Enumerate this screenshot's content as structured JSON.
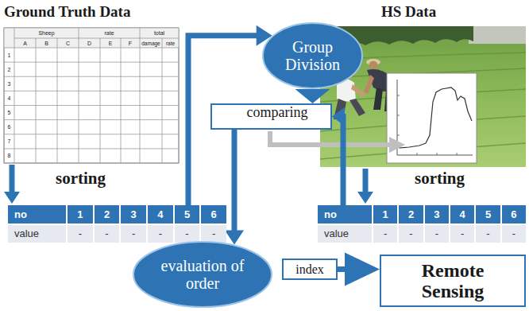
{
  "diagram": {
    "nodes": [
      {
        "text": [
          "Group Division"
        ]
      },
      {
        "text": [
          "comparing"
        ]
      },
      {
        "text": [
          "no",
          "1",
          "2",
          "3",
          "4",
          "5",
          "6",
          "value",
          "-",
          "-",
          "-",
          "-",
          "-",
          "-"
        ]
      },
      {
        "text": [
          "no",
          "1",
          "2",
          "3",
          "4",
          "5",
          "6",
          "value",
          "-",
          "-",
          "-",
          "-",
          "-",
          "-"
        ]
      },
      {
        "text": [
          "evaluation of order"
        ]
      },
      {
        "text": [
          "index"
        ]
      },
      {
        "text": [
          "Remote Sensing"
        ]
      }
    ],
    "edges": [
      {
        "from": 2,
        "to": 0,
        "arrow": "to"
      },
      {
        "from": 0,
        "to": 1,
        "arrow": "to"
      },
      {
        "from": 3,
        "to": 1,
        "arrow": "to"
      },
      {
        "from": 1,
        "to": 4,
        "arrow": "to"
      },
      {
        "from": 5,
        "to": 6,
        "arrow": "to"
      }
    ],
    "labels": [
      "Ground Truth Data",
      "HS Data",
      "sorting",
      "sorting",
      "Sheep",
      "rate",
      "total",
      "A",
      "B",
      "C",
      "D",
      "E",
      "F",
      "damage",
      "rate",
      "1",
      "2",
      "3",
      "4",
      "5",
      "6",
      "7",
      "8"
    ]
  }
}
